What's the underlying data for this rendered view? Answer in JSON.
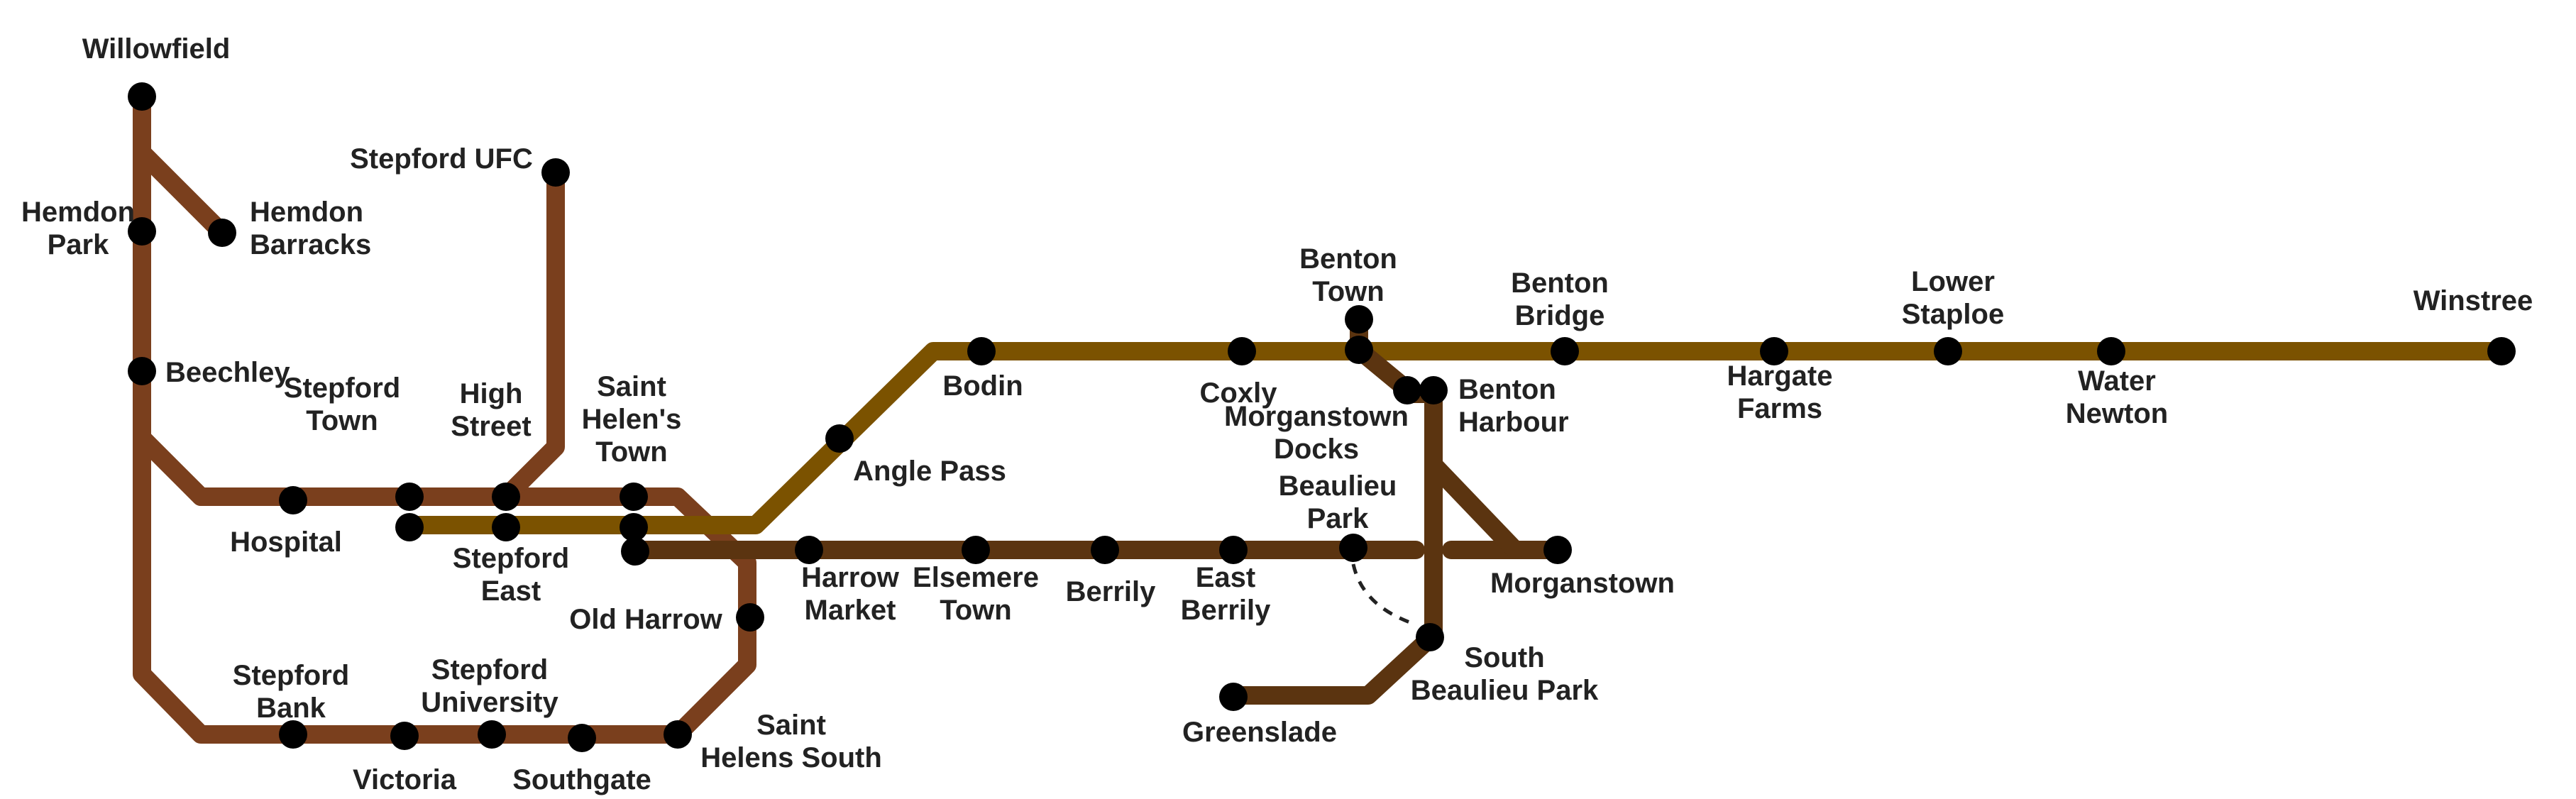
{
  "map": {
    "colors": {
      "line_rust": "#7a3f1d",
      "line_gold": "#7b5200",
      "line_dark": "#5b3410",
      "station": "#000000",
      "connector": "#222222"
    },
    "stations": [
      {
        "id": "willowfield",
        "lines": [
          "Willowfield"
        ]
      },
      {
        "id": "hemdon-park",
        "lines": [
          "Hemdon",
          "Park"
        ]
      },
      {
        "id": "hemdon-barracks",
        "lines": [
          "Hemdon",
          "Barracks"
        ]
      },
      {
        "id": "stepford-ufc",
        "lines": [
          "Stepford UFC"
        ]
      },
      {
        "id": "beechley",
        "lines": [
          "Beechley"
        ]
      },
      {
        "id": "stepford-town",
        "lines": [
          "Stepford",
          "Town"
        ]
      },
      {
        "id": "high-street",
        "lines": [
          "High",
          "Street"
        ]
      },
      {
        "id": "saint-helens-town",
        "lines": [
          "Saint",
          "Helen's",
          "Town"
        ]
      },
      {
        "id": "hospital",
        "lines": [
          "Hospital"
        ]
      },
      {
        "id": "stepford-east",
        "lines": [
          "Stepford",
          "East"
        ]
      },
      {
        "id": "old-harrow",
        "lines": [
          "Old Harrow"
        ]
      },
      {
        "id": "stepford-bank",
        "lines": [
          "Stepford",
          "Bank"
        ]
      },
      {
        "id": "stepford-university",
        "lines": [
          "Stepford",
          "University"
        ]
      },
      {
        "id": "victoria",
        "lines": [
          "Victoria"
        ]
      },
      {
        "id": "southgate",
        "lines": [
          "Southgate"
        ]
      },
      {
        "id": "saint-helens-south",
        "lines": [
          "Saint",
          "Helens South"
        ]
      },
      {
        "id": "angle-pass",
        "lines": [
          "Angle Pass"
        ]
      },
      {
        "id": "bodin",
        "lines": [
          "Bodin"
        ]
      },
      {
        "id": "harrow-market",
        "lines": [
          "Harrow",
          "Market"
        ]
      },
      {
        "id": "elsemere-town",
        "lines": [
          "Elsemere",
          "Town"
        ]
      },
      {
        "id": "berrily",
        "lines": [
          "Berrily"
        ]
      },
      {
        "id": "east-berrily",
        "lines": [
          "East",
          "Berrily"
        ]
      },
      {
        "id": "coxly",
        "lines": [
          "Coxly"
        ]
      },
      {
        "id": "benton-town",
        "lines": [
          "Benton",
          "Town"
        ]
      },
      {
        "id": "morganstown-docks",
        "lines": [
          "Morganstown",
          "Docks"
        ]
      },
      {
        "id": "beaulieu-park",
        "lines": [
          "Beaulieu",
          "Park"
        ]
      },
      {
        "id": "benton-bridge",
        "lines": [
          "Benton",
          "Bridge"
        ]
      },
      {
        "id": "benton-harbour",
        "lines": [
          "Benton",
          "Harbour"
        ]
      },
      {
        "id": "morganstown",
        "lines": [
          "Morganstown"
        ]
      },
      {
        "id": "south-beaulieu-park",
        "lines": [
          "South",
          "Beaulieu Park"
        ]
      },
      {
        "id": "greenslade",
        "lines": [
          "Greenslade"
        ]
      },
      {
        "id": "hargate-farms",
        "lines": [
          "Hargate",
          "Farms"
        ]
      },
      {
        "id": "lower-staploe",
        "lines": [
          "Lower",
          "Staploe"
        ]
      },
      {
        "id": "water-newton",
        "lines": [
          "Water",
          "Newton"
        ]
      },
      {
        "id": "winstree",
        "lines": [
          "Winstree"
        ]
      }
    ]
  }
}
